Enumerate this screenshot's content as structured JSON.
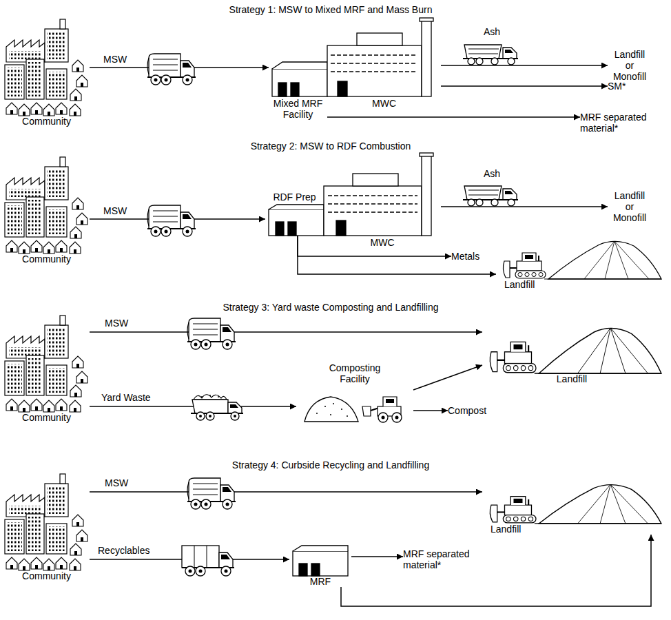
{
  "diagram": {
    "nodes": [
      {
        "text": [
          "Community"
        ]
      },
      {
        "text": [
          "Mixed MRF Facility"
        ]
      },
      {
        "text": [
          "MWC"
        ]
      },
      {
        "text": [
          "Landfill or Monofill"
        ]
      },
      {
        "text": [
          "SM*"
        ]
      },
      {
        "text": [
          "MRF separated material*"
        ]
      },
      {
        "text": [
          "Community"
        ]
      },
      {
        "text": [
          "RDF Prep"
        ]
      },
      {
        "text": [
          "MWC"
        ]
      },
      {
        "text": [
          "Landfill or Monofill"
        ]
      },
      {
        "text": [
          "Metals"
        ]
      },
      {
        "text": [
          "Landfill"
        ]
      },
      {
        "text": [
          "Community"
        ]
      },
      {
        "text": [
          "Landfill"
        ]
      },
      {
        "text": [
          "Composting Facility"
        ]
      },
      {
        "text": [
          "Compost"
        ]
      },
      {
        "text": [
          "Community"
        ]
      },
      {
        "text": [
          "MRF"
        ]
      },
      {
        "text": [
          "MRF separated material*"
        ]
      },
      {
        "text": [
          "Landfill"
        ]
      }
    ],
    "edges": [
      {
        "from": 0,
        "to": 1,
        "label": "MSW",
        "arrow": "to"
      },
      {
        "from": 2,
        "to": 3,
        "label": "Ash",
        "arrow": "to"
      },
      {
        "from": 2,
        "to": 4,
        "arrow": "to"
      },
      {
        "from": 1,
        "to": 5,
        "arrow": "to"
      },
      {
        "from": 6,
        "to": 7,
        "label": "MSW",
        "arrow": "to"
      },
      {
        "from": 8,
        "to": 9,
        "label": "Ash",
        "arrow": "to"
      },
      {
        "from": 7,
        "to": 10,
        "arrow": "to"
      },
      {
        "from": 7,
        "to": 11,
        "arrow": "to"
      },
      {
        "from": 12,
        "to": 13,
        "label": "MSW",
        "arrow": "to"
      },
      {
        "from": 12,
        "to": 14,
        "label": "Yard Waste",
        "arrow": "to"
      },
      {
        "from": 14,
        "to": 13,
        "arrow": "to"
      },
      {
        "from": 14,
        "to": 15,
        "arrow": "to"
      },
      {
        "from": 16,
        "to": 19,
        "label": "MSW",
        "arrow": "to"
      },
      {
        "from": 16,
        "to": 17,
        "label": "Recyclables",
        "arrow": "to"
      },
      {
        "from": 17,
        "to": 18,
        "arrow": "to"
      },
      {
        "from": 17,
        "to": 19,
        "arrow": "to"
      }
    ],
    "labels": [
      "Strategy 1: MSW to Mixed MRF and Mass Burn",
      "Strategy 2: MSW to RDF Combustion",
      "Strategy 3: Yard waste Composting and Landfilling",
      "Strategy 4: Curbside Recycling and Landfilling"
    ]
  }
}
